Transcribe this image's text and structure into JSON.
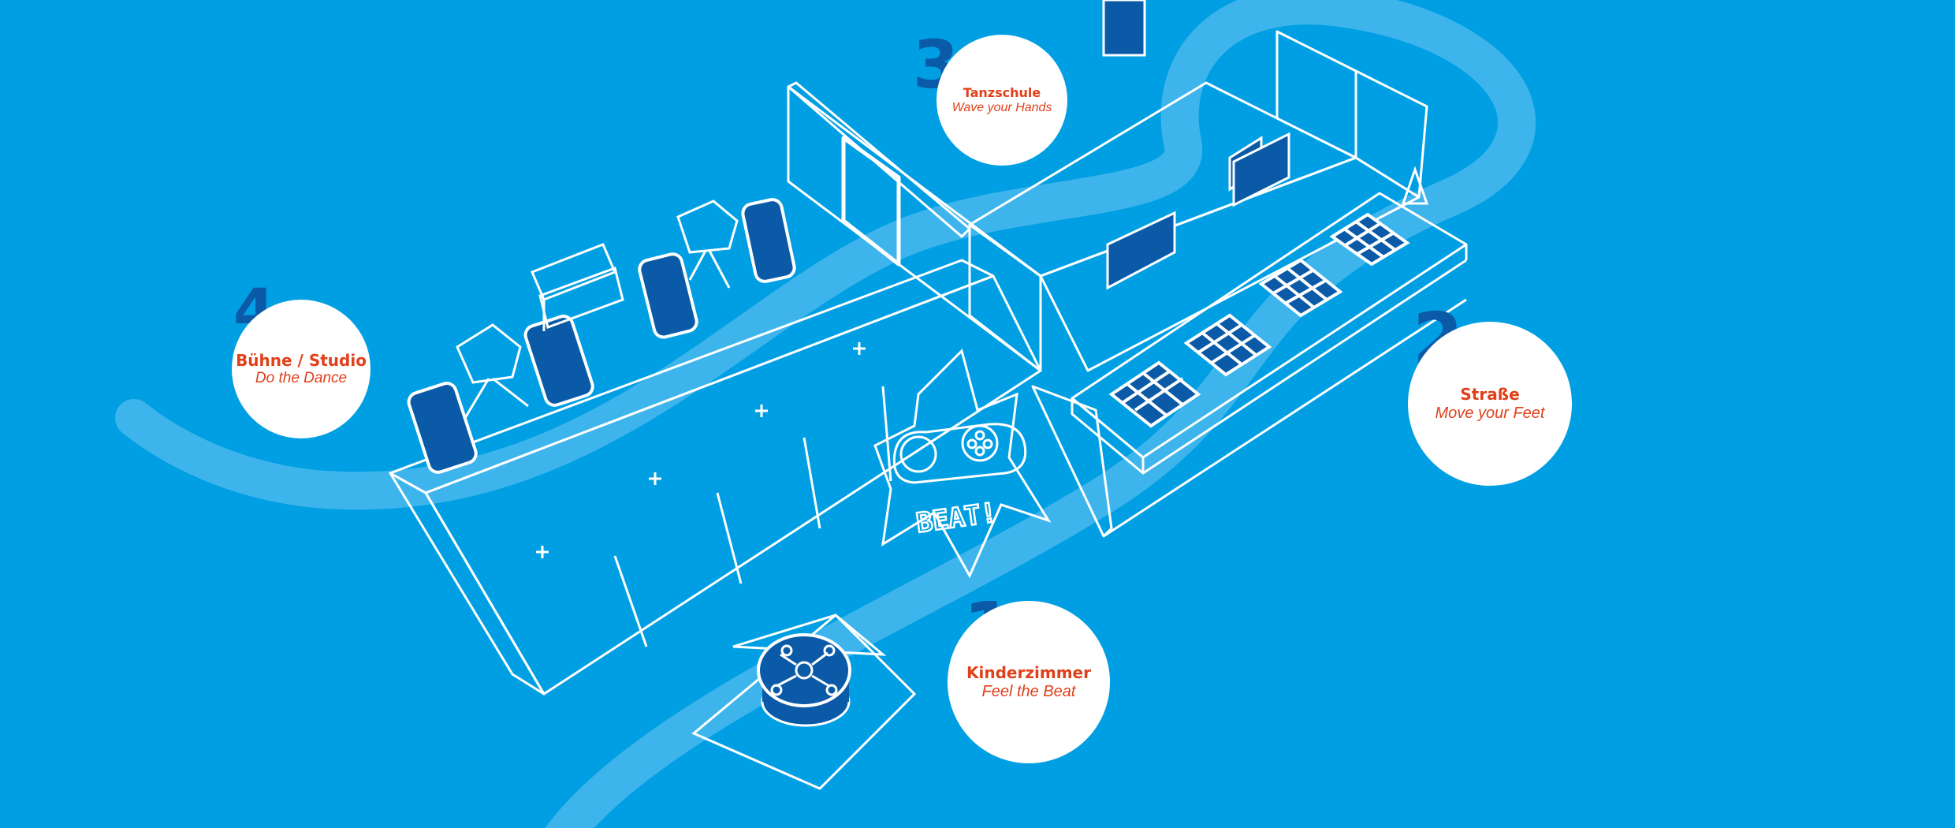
{
  "colors": {
    "background": "#009fe3",
    "path": "#3db5ec",
    "line": "#ffffff",
    "fill": "#0a5aa8",
    "accent": "#e0401a"
  },
  "stations": [
    {
      "number": "1",
      "title": "Kinderzimmer",
      "subtitle": "Feel the Beat"
    },
    {
      "number": "2",
      "title": "Straße",
      "subtitle": "Move your Feet"
    },
    {
      "number": "3",
      "title": "Tanzschule",
      "subtitle": "Wave your Hands"
    },
    {
      "number": "4",
      "title": "Bühne / Studio",
      "subtitle": "Do the Dance"
    }
  ],
  "beat_sign": "BEAT!"
}
